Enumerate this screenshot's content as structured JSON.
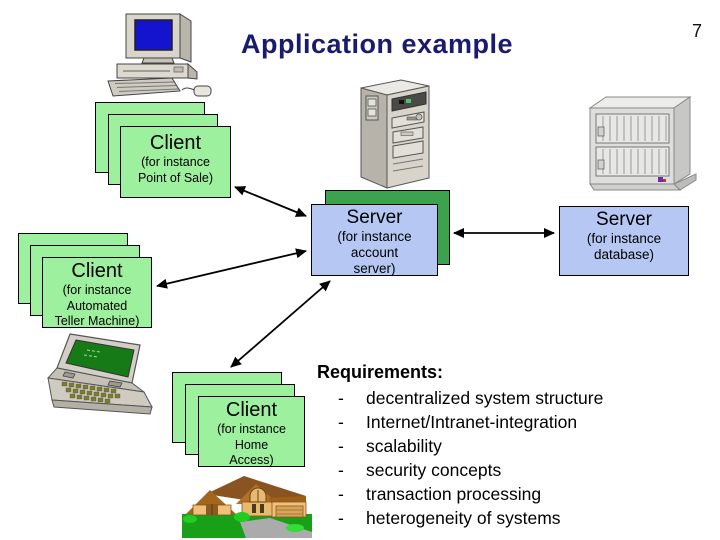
{
  "slide": {
    "title": "Application example",
    "page_number": "7"
  },
  "boxes": {
    "client_pos": {
      "title": "Client",
      "lines": [
        "(for instance",
        "Point of Sale)"
      ]
    },
    "client_atm": {
      "title": "Client",
      "lines": [
        "(for instance",
        "Automated",
        "Teller Machine)"
      ]
    },
    "client_home": {
      "title": "Client",
      "lines": [
        "(for instance",
        "Home",
        "Access)"
      ]
    },
    "server_account": {
      "title": "Server",
      "lines": [
        "(for instance",
        "account",
        "server)"
      ]
    },
    "server_database": {
      "title": "Server",
      "lines": [
        "(for instance",
        "database)"
      ]
    }
  },
  "requirements": {
    "heading": "Requirements:",
    "bullet": "-",
    "items": [
      "decentralized system structure",
      "Internet/Intranet-integration",
      "scalability",
      "security concepts",
      "transaction processing",
      "heterogeneity of systems"
    ]
  },
  "icons": {
    "desktop-computer-icon": "desktop PC with blue CRT monitor, keyboard and mouse",
    "tower-server-icon": "PC tower case",
    "server-cabinet-icon": "large server cabinet with vertical slats",
    "laptop-icon": "open laptop with green screen",
    "house-icon": "ranch house with lawn and driveway"
  },
  "colors": {
    "title_text": "#1a1a6e",
    "client_box": "#9df09d",
    "server_box": "#b5c7f2",
    "server_back_box": "#3da24e",
    "arrow": "#000000",
    "background": "#ffffff"
  }
}
